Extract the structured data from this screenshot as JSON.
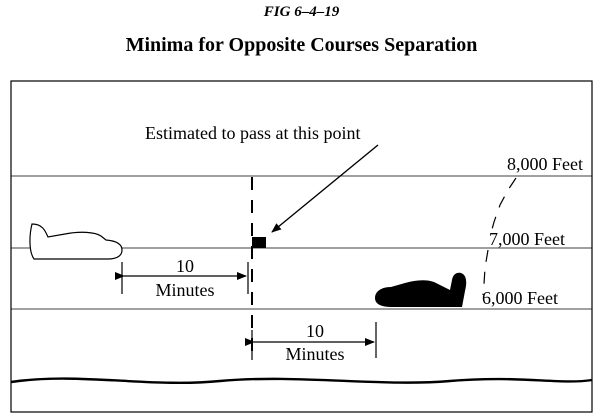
{
  "figure": {
    "number": "FIG 6–4–19",
    "title": "Minima for Opposite Courses Separation"
  },
  "diagram": {
    "annotation": "Estimated to pass at this point",
    "altitudes": [
      "8,000 Feet",
      "7,000 Feet",
      "6,000 Feet"
    ],
    "distance_top_value": "10",
    "distance_top_unit": "Minutes",
    "distance_bottom_value": "10",
    "distance_bottom_unit": "Minutes"
  }
}
